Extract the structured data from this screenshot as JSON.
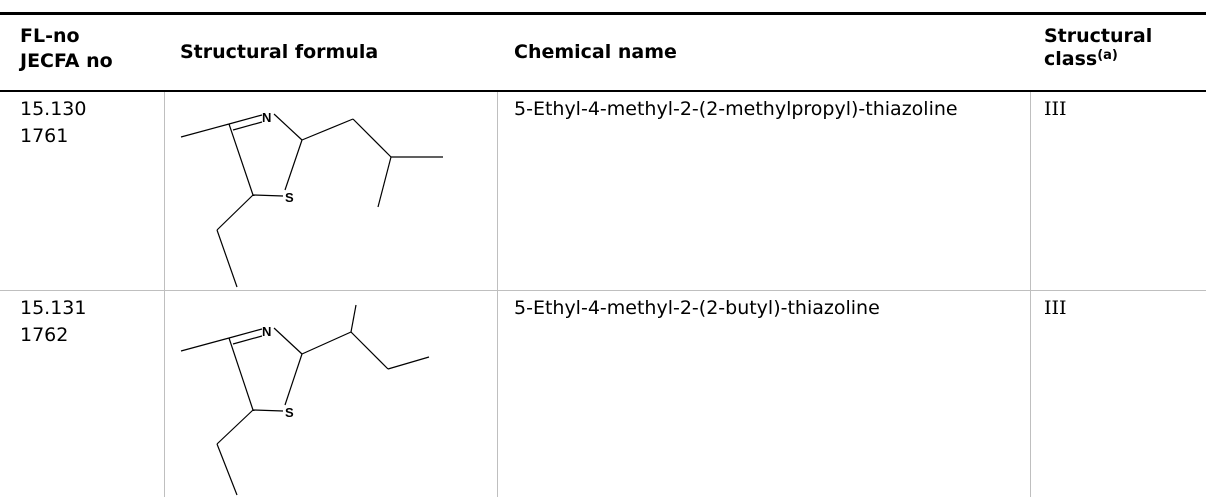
{
  "table": {
    "headers": {
      "col1_line1": "FL-no",
      "col1_line2": "JECFA no",
      "col2": "Structural formula",
      "col3": "Chemical name",
      "col4_line1": "Structural",
      "col4_line2": "class",
      "col4_sup": "(a)"
    },
    "rows": [
      {
        "fl_no": "15.130",
        "jecfa_no": "1761",
        "chemical_name": "5-Ethyl-4-methyl-2-(2-methylpropyl)-thiazoline",
        "structural_class": "III",
        "atom_n": "N",
        "atom_s": "S"
      },
      {
        "fl_no": "15.131",
        "jecfa_no": "1762",
        "chemical_name": "5-Ethyl-4-methyl-2-(2-butyl)-thiazoline",
        "structural_class": "III",
        "atom_n": "N",
        "atom_s": "S"
      }
    ]
  }
}
